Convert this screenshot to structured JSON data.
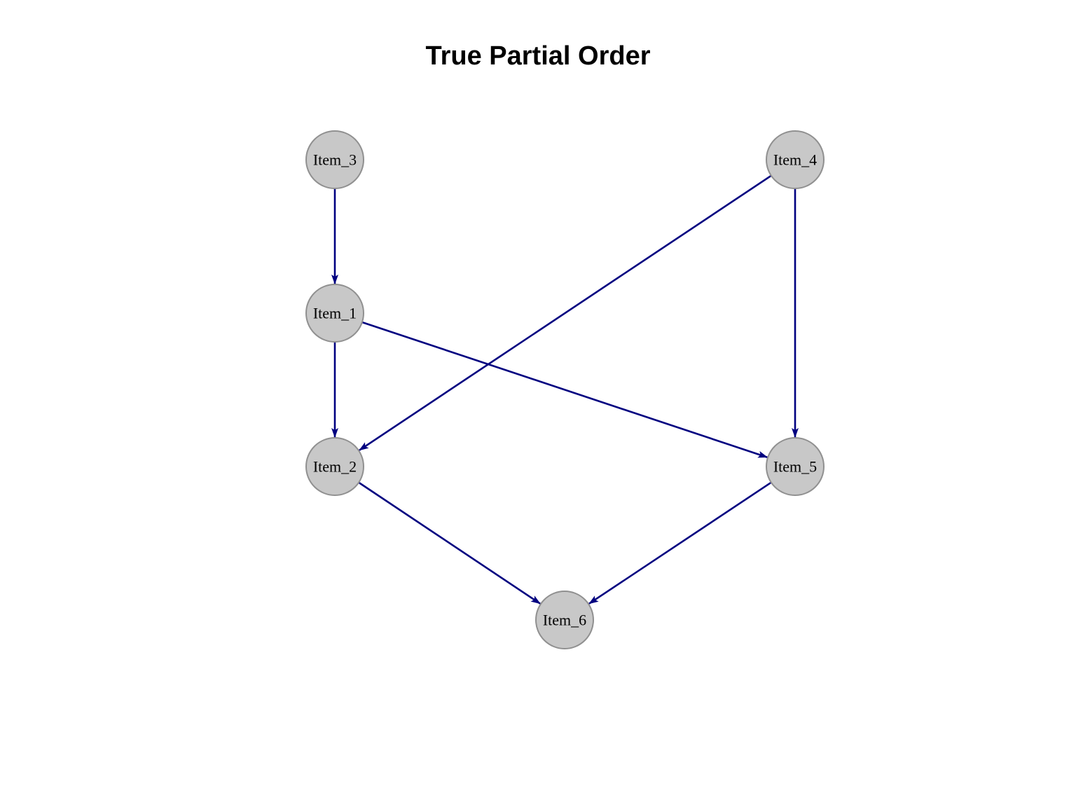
{
  "title": "True Partial Order",
  "colors": {
    "edge": "#000080",
    "node_fill": "#c8c8c8",
    "node_stroke": "#909090",
    "background": "#ffffff"
  },
  "nodes": [
    {
      "id": "Item_3",
      "label": "Item_3",
      "layer": 0
    },
    {
      "id": "Item_4",
      "label": "Item_4",
      "layer": 0
    },
    {
      "id": "Item_1",
      "label": "Item_1",
      "layer": 1
    },
    {
      "id": "Item_2",
      "label": "Item_2",
      "layer": 2
    },
    {
      "id": "Item_5",
      "label": "Item_5",
      "layer": 2
    },
    {
      "id": "Item_6",
      "label": "Item_6",
      "layer": 3
    }
  ],
  "edges": [
    {
      "from": "Item_3",
      "to": "Item_1"
    },
    {
      "from": "Item_4",
      "to": "Item_2"
    },
    {
      "from": "Item_4",
      "to": "Item_5"
    },
    {
      "from": "Item_1",
      "to": "Item_2"
    },
    {
      "from": "Item_1",
      "to": "Item_5"
    },
    {
      "from": "Item_2",
      "to": "Item_6"
    },
    {
      "from": "Item_5",
      "to": "Item_6"
    }
  ]
}
